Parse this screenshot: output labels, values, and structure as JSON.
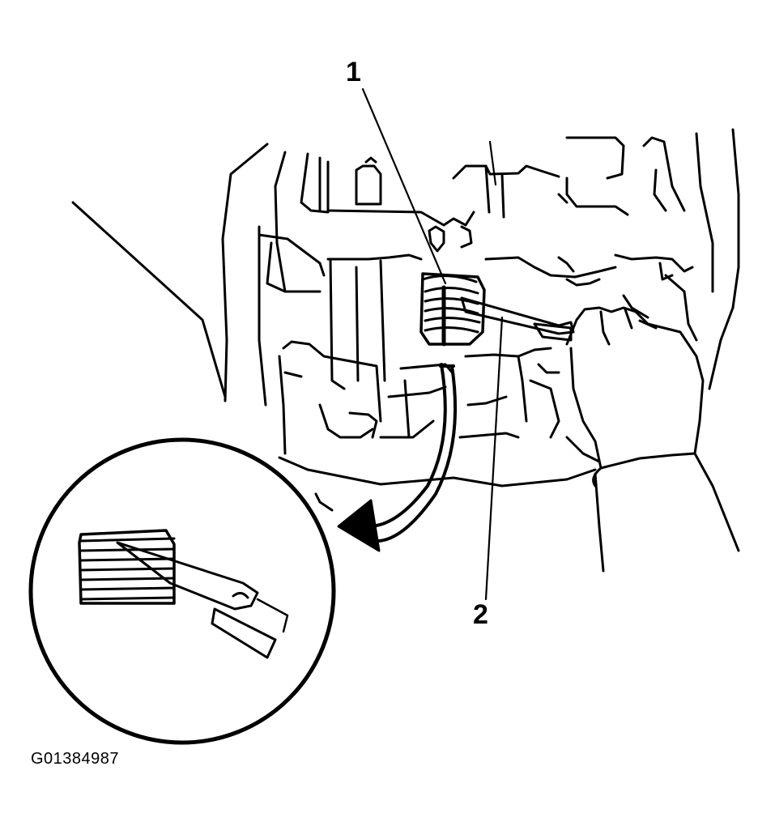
{
  "callouts": {
    "one": "1",
    "two": "2"
  },
  "figure_code": "G01384987",
  "colors": {
    "ink": "#000000",
    "paper": "#ffffff"
  }
}
